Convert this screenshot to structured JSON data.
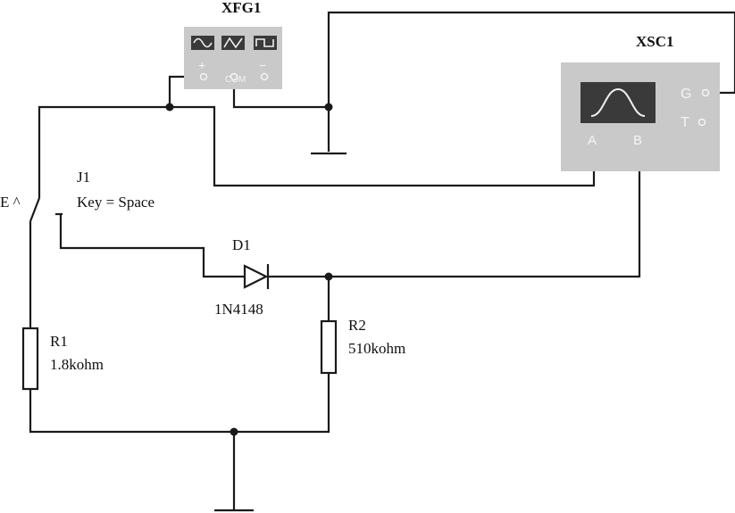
{
  "function_generator": {
    "ref": "XFG1",
    "waveforms": [
      "sine-wave-icon",
      "triangle-wave-icon",
      "square-wave-icon"
    ],
    "terminals": [
      "+",
      "COM",
      "−"
    ]
  },
  "oscilloscope": {
    "ref": "XSC1",
    "terminals": [
      "G",
      "T",
      "A",
      "B"
    ]
  },
  "switch": {
    "ref": "J1",
    "key": "Key = Space",
    "key_code": "E ^"
  },
  "diode": {
    "ref": "D1",
    "part": "1N4148"
  },
  "resistors": [
    {
      "ref": "R1",
      "value": "1.8kohm"
    },
    {
      "ref": "R2",
      "value": "510kohm"
    }
  ],
  "colors": {
    "wire": "#1a1a1a",
    "instrument_body": "#c9c9c9",
    "instrument_screen": "#3a3a3a"
  }
}
